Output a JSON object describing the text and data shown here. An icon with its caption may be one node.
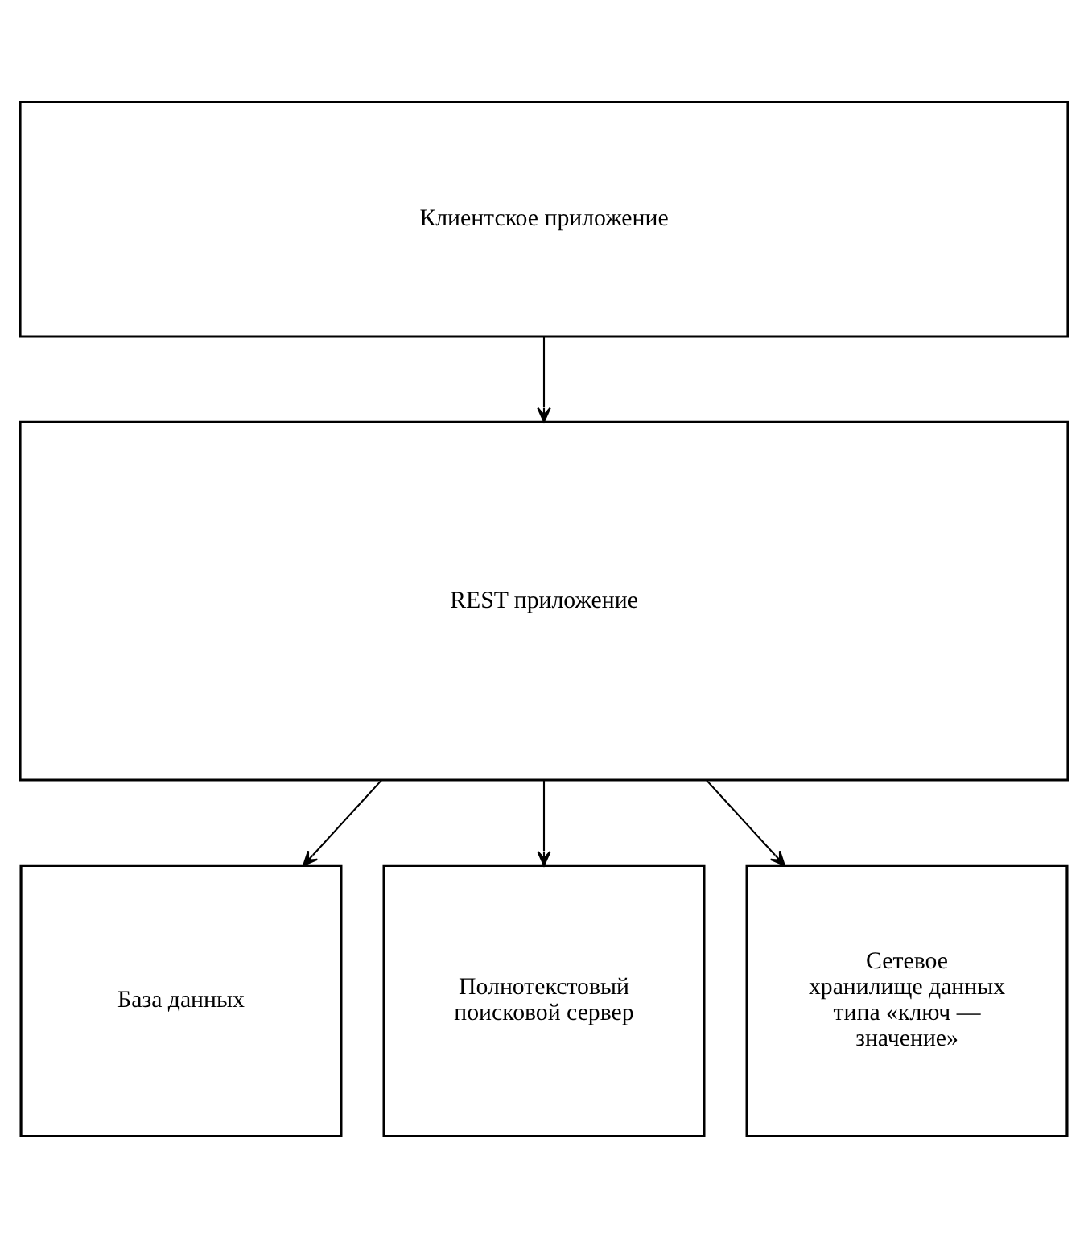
{
  "diagram": {
    "nodes": [
      {
        "text": [
          "Клиентское приложение"
        ]
      },
      {
        "text": [
          "REST приложение"
        ]
      },
      {
        "text": [
          "База данных"
        ]
      },
      {
        "text": [
          "Полнотекстовый поисковой сервер"
        ]
      },
      {
        "text": [
          "Сетевое хранилище данных типа «ключ — значение»"
        ]
      }
    ],
    "edges": [
      {
        "from": 0,
        "to": 1,
        "arrow": "to"
      },
      {
        "from": 1,
        "to": 2,
        "arrow": "to"
      },
      {
        "from": 1,
        "to": 3,
        "arrow": "to"
      },
      {
        "from": 1,
        "to": 4,
        "arrow": "to"
      }
    ]
  }
}
